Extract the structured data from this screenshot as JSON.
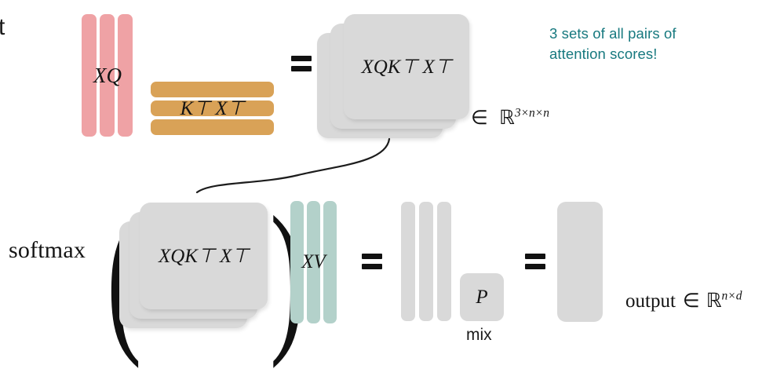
{
  "meta": {
    "title": "Multi-head attention matrix diagram",
    "background": "#ffffff"
  },
  "colors": {
    "pink": "#efa2a5",
    "orange": "#d9a257",
    "teal": "#b3d1ca",
    "gray": "#d9d9d9",
    "note_teal": "#17797f",
    "ink": "#141414"
  },
  "top_row": {
    "cut_label": "t",
    "xq": {
      "label": "XQ",
      "slabs": 3,
      "color": "#efa2a5"
    },
    "kt_xt": {
      "label_k": "K",
      "label_k_sup": "⊤",
      "label_x": "X",
      "label_x_sup": "⊤",
      "label_full": "K⊤ X⊤",
      "slabs": 3,
      "color": "#d9a257"
    },
    "equals": "=",
    "scores_stack": {
      "label_full": "XQK⊤ X⊤",
      "label_base": "XQK",
      "label_sup1": "⊤",
      "label_x": "X",
      "label_sup2": "⊤",
      "layers": 3,
      "color": "#d9d9d9"
    },
    "membership": {
      "symbol": "∈",
      "set": "ℝ",
      "exponent": "3×n×n"
    },
    "annotation": {
      "line1": "3 sets of all pairs of",
      "line2": "attention scores!",
      "color": "#17797f"
    }
  },
  "bottom_row": {
    "softmax_label": "softmax",
    "open_paren": "(",
    "close_paren": ")",
    "scores_stack": {
      "label_full": "XQK⊤ X⊤",
      "label_base": "XQK",
      "label_sup1": "⊤",
      "label_x": "X",
      "label_sup2": "⊤",
      "layers": 3,
      "color": "#d9d9d9"
    },
    "xv": {
      "label": "XV",
      "slabs": 3,
      "color": "#b3d1ca"
    },
    "equals_1": "=",
    "heads_block": {
      "slabs": 3,
      "color": "#d9d9d9"
    },
    "mix": {
      "label": "P",
      "caption": "mix",
      "color": "#d9d9d9"
    },
    "equals_2": "=",
    "output_block": {
      "color": "#d9d9d9"
    },
    "output_caption": {
      "text": "output",
      "symbol": "∈",
      "set": "ℝ",
      "exponent": "n×d"
    }
  },
  "connector": {
    "name": "curved-arrow-from-scores-to-softmax",
    "from": "top scores stack bottom-left",
    "to": "bottom scores stack top"
  }
}
